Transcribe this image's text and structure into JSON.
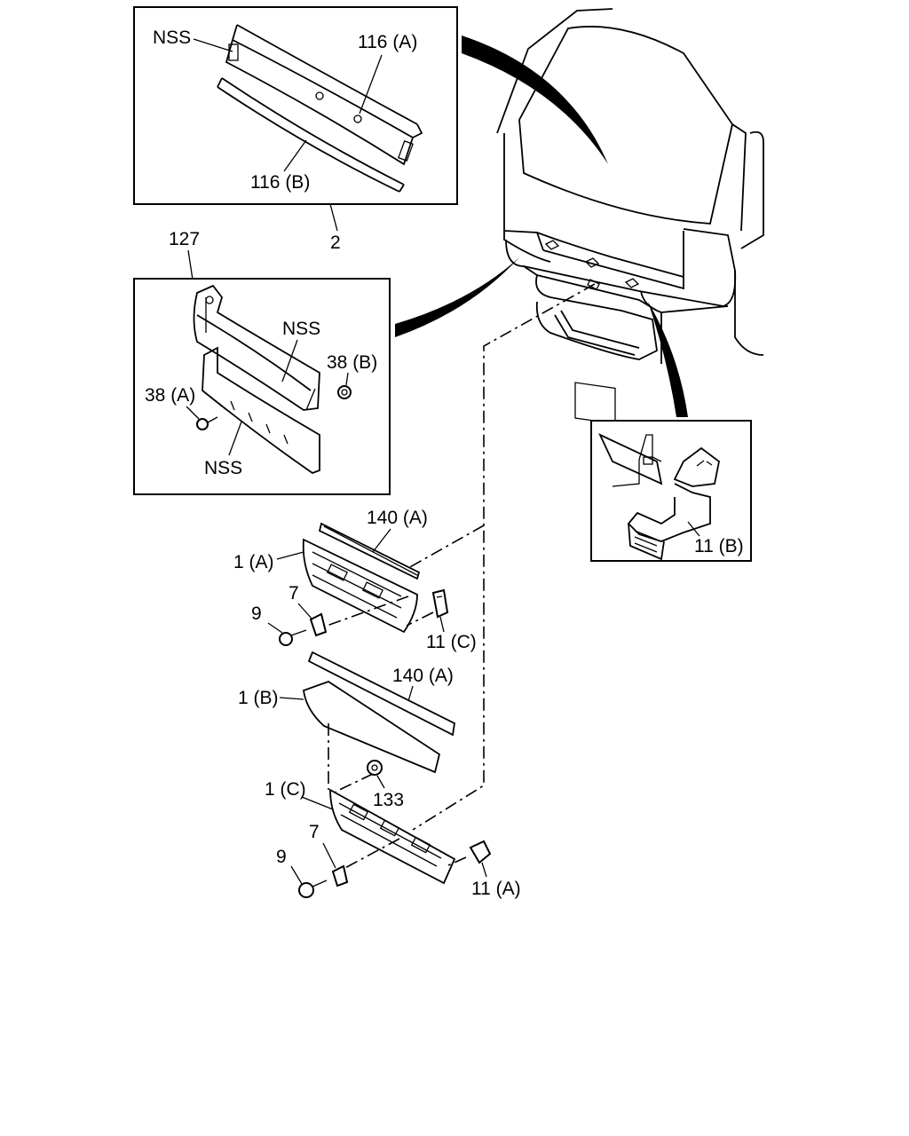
{
  "labels": {
    "nss_top": "NSS",
    "p116a": "116 (A)",
    "p116b": "116 (B)",
    "p2": "2",
    "p127": "127",
    "nss_mid": "NSS",
    "p38b": "38 (B)",
    "p38a": "38 (A)",
    "nss_low": "NSS",
    "p140a_1": "140 (A)",
    "p1a": "1 (A)",
    "p7_1": "7",
    "p9_1": "9",
    "p11c": "11 (C)",
    "p11b": "11 (B)",
    "p140a_2": "140 (A)",
    "p1b": "1 (B)",
    "p133": "133",
    "p1c": "1 (C)",
    "p7_2": "7",
    "p9_2": "9",
    "p11a": "11 (A)"
  }
}
